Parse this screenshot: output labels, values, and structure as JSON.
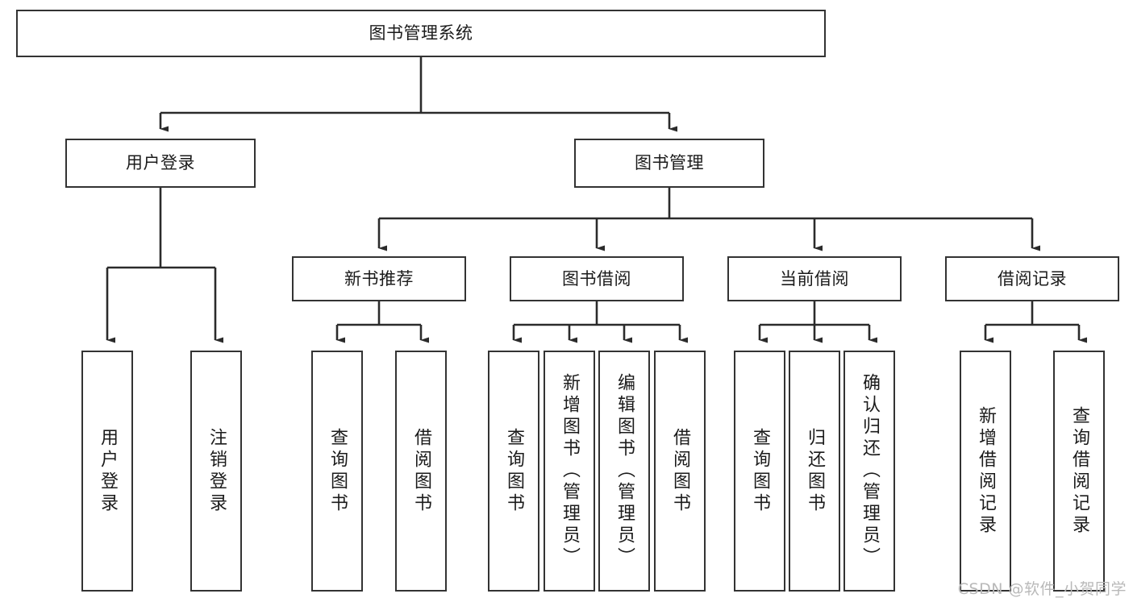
{
  "diagram": {
    "type": "tree-hierarchy",
    "title": "图书管理系统",
    "watermark": "CSDN @软件_小贺同学",
    "colors": {
      "background": "#ffffff",
      "node_border": "#333333",
      "node_fill": "#ffffff",
      "text": "#1b1b1b",
      "edge": "#333333",
      "watermark": "#b9b9b9"
    },
    "levels": {
      "root": {
        "label": "图书管理系统"
      },
      "level2": [
        {
          "id": "user-login",
          "label": "用户登录"
        },
        {
          "id": "book-management",
          "label": "图书管理"
        }
      ],
      "level3": [
        {
          "id": "new-book-recommend",
          "label": "新书推荐"
        },
        {
          "id": "book-borrow",
          "label": "图书借阅"
        },
        {
          "id": "current-borrow",
          "label": "当前借阅"
        },
        {
          "id": "borrow-record",
          "label": "借阅记录"
        }
      ],
      "leaves": [
        {
          "id": "leaf-user-login",
          "label": "用户登录",
          "parent": "user-login"
        },
        {
          "id": "leaf-user-logout",
          "label": "注销登录",
          "parent": "user-login"
        },
        {
          "id": "leaf-query-book-1",
          "label": "查询图书",
          "parent": "new-book-recommend"
        },
        {
          "id": "leaf-borrow-book-1",
          "label": "借阅图书",
          "parent": "new-book-recommend"
        },
        {
          "id": "leaf-query-book-2",
          "label": "查询图书",
          "parent": "book-borrow"
        },
        {
          "id": "leaf-add-book",
          "label": "新增图书（管理员）",
          "parent": "book-borrow"
        },
        {
          "id": "leaf-edit-book",
          "label": "编辑图书（管理员）",
          "parent": "book-borrow"
        },
        {
          "id": "leaf-borrow-book-2",
          "label": "借阅图书",
          "parent": "book-borrow"
        },
        {
          "id": "leaf-query-book-3",
          "label": "查询图书",
          "parent": "current-borrow"
        },
        {
          "id": "leaf-return-book",
          "label": "归还图书",
          "parent": "current-borrow"
        },
        {
          "id": "leaf-confirm-return",
          "label": "确认归还（管理员）",
          "parent": "current-borrow"
        },
        {
          "id": "leaf-add-record",
          "label": "新增借阅记录",
          "parent": "borrow-record"
        },
        {
          "id": "leaf-query-record",
          "label": "查询借阅记录",
          "parent": "borrow-record"
        }
      ]
    }
  }
}
